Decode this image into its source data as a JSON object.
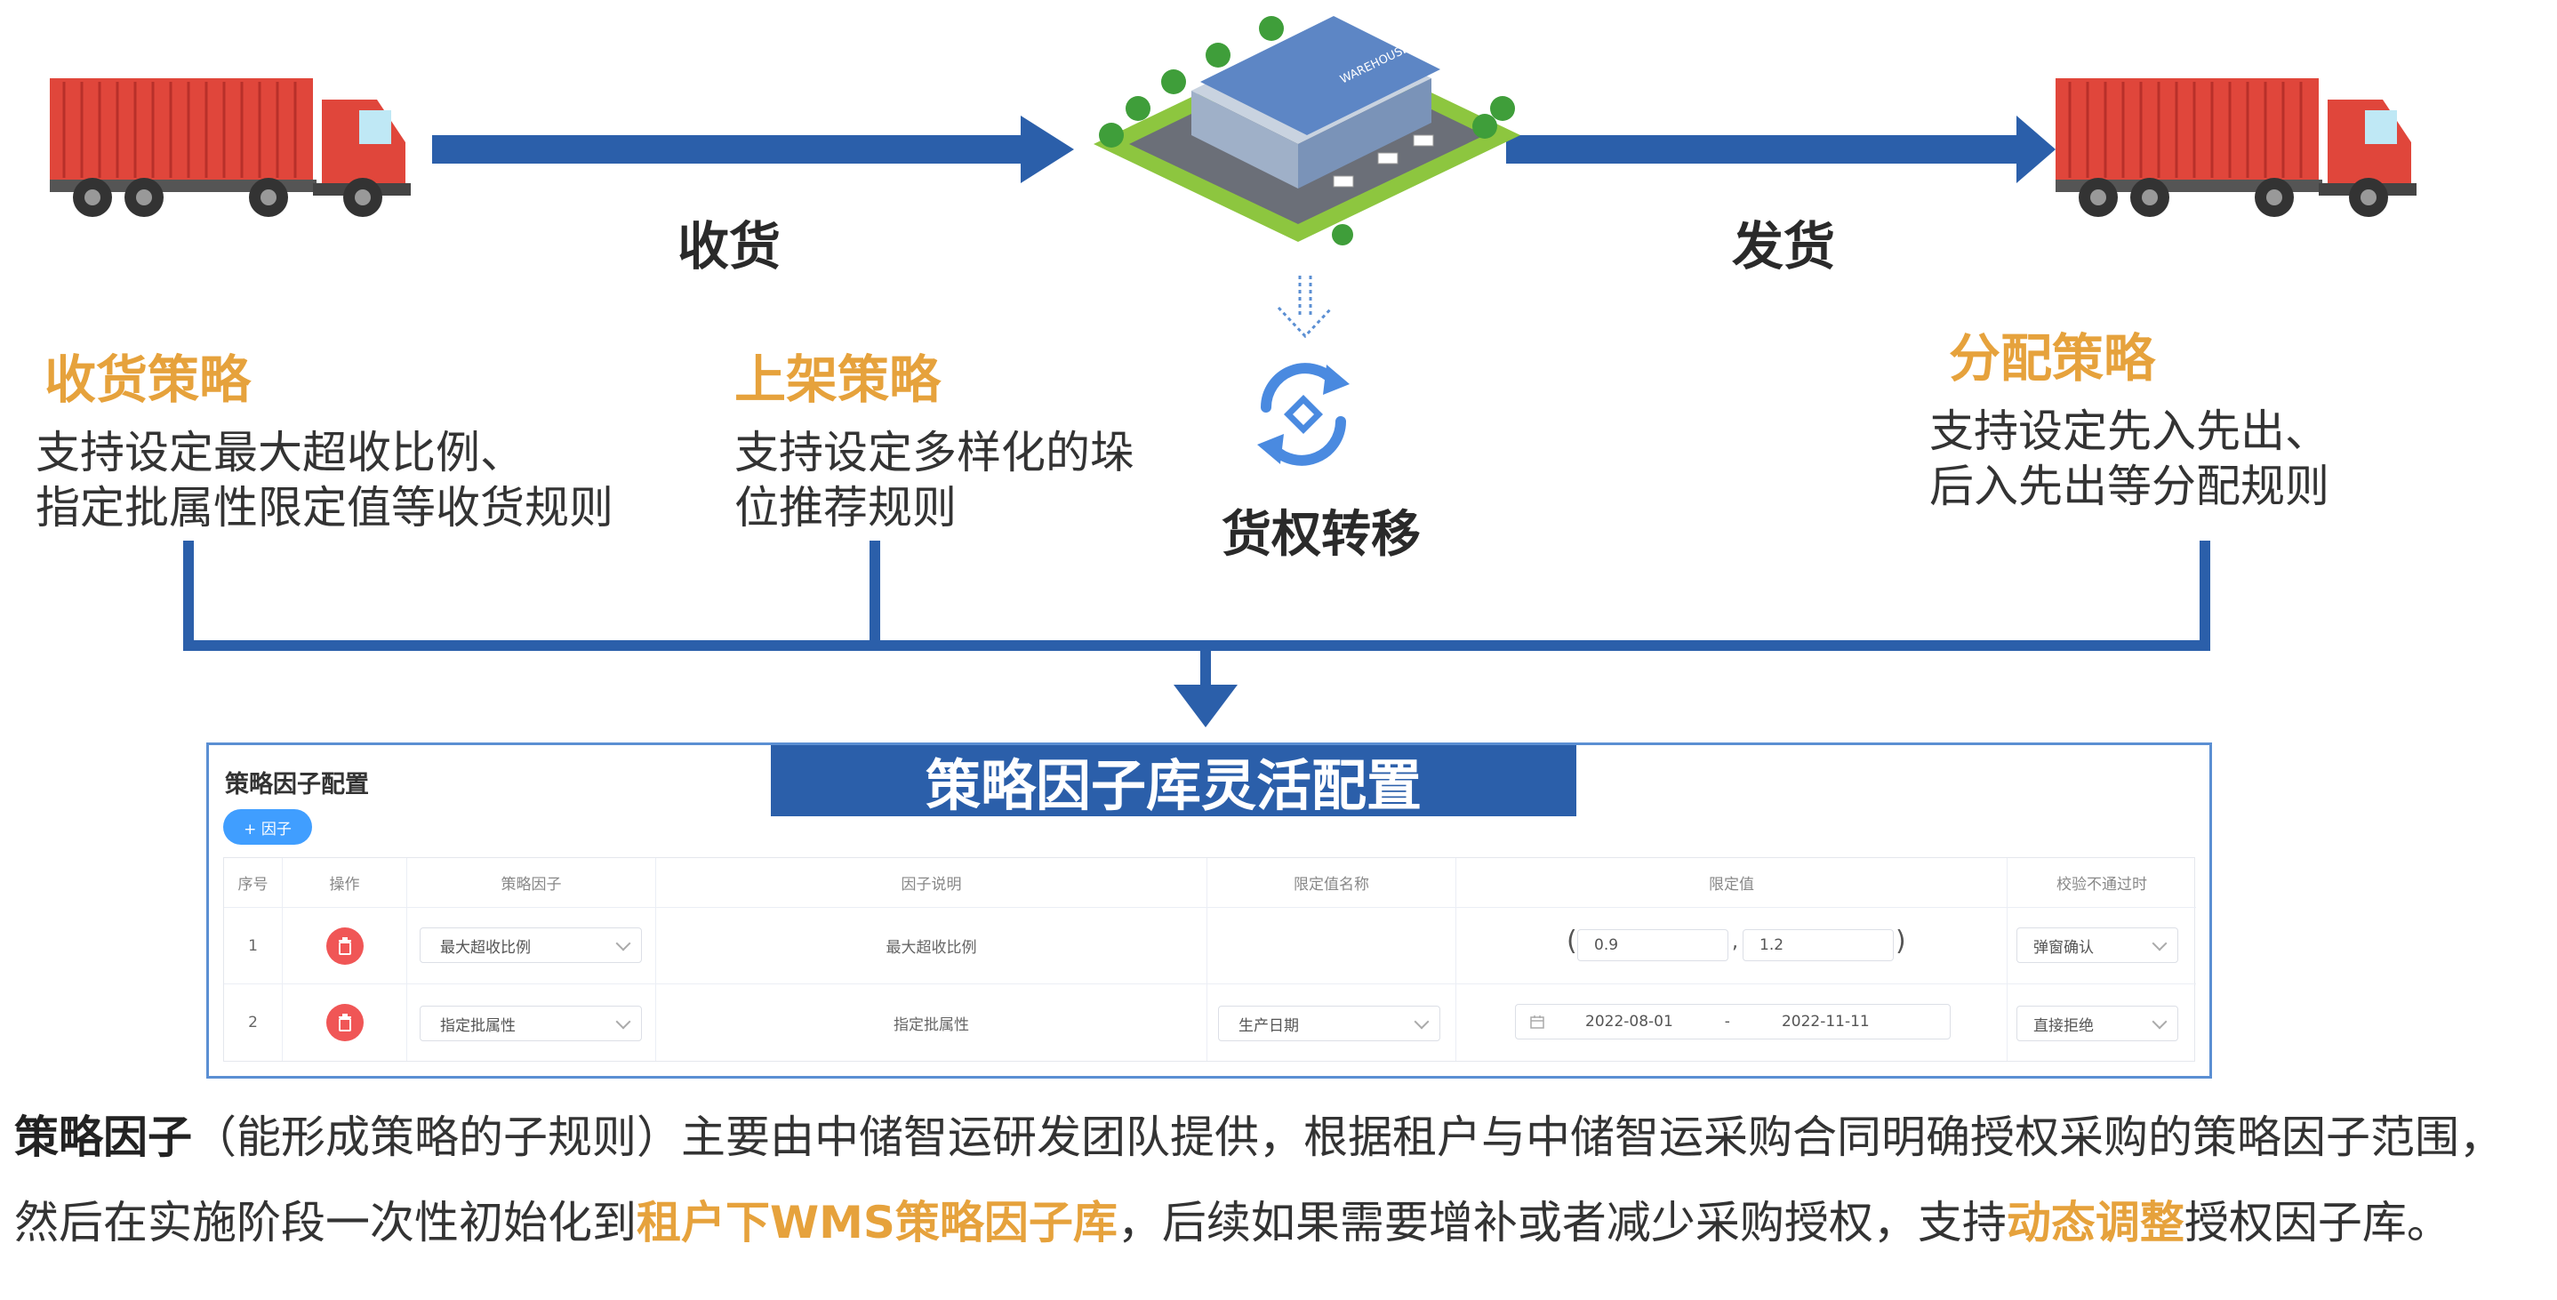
{
  "flow": {
    "receive_label": "收货",
    "ship_label": "发货",
    "transfer_label": "货权转移",
    "warehouse_sign": "WAREHOUSE"
  },
  "strategies": [
    {
      "title": "收货策略",
      "lines": [
        "支持设定最大超收比例、",
        "指定批属性限定值等收货规则"
      ]
    },
    {
      "title": "上架策略",
      "lines": [
        "支持设定多样化的垛",
        "位推荐规则"
      ]
    },
    {
      "title": "分配策略",
      "lines": [
        "支持设定先入先出、",
        "后入先出等分配规则"
      ]
    }
  ],
  "banner": "策略因子库灵活配置",
  "panel": {
    "title": "策略因子配置",
    "add_button": "+ 因子",
    "columns": [
      "序号",
      "操作",
      "策略因子",
      "因子说明",
      "限定值名称",
      "限定值",
      "校验不通过时"
    ],
    "rows": [
      {
        "index": "1",
        "factor": "最大超收比例",
        "description": "最大超收比例",
        "limit_name": "",
        "open_bracket": "(",
        "min": "0.9",
        "comma": ",",
        "max": "1.2",
        "close_bracket": ")",
        "on_fail": "弹窗确认"
      },
      {
        "index": "2",
        "factor": "指定批属性",
        "description": "指定批属性",
        "limit_name": "生产日期",
        "date_from": "2022-08-01",
        "date_sep": "-",
        "date_to": "2022-11-11",
        "on_fail": "直接拒绝"
      }
    ]
  },
  "footer": {
    "line1_bold": "策略因子",
    "line1_rest": "（能形成策略的子规则）主要由中储智运研发团队提供，根据租户与中储智运采购合同明确授权采购的策略因子范围，",
    "line2_a": "然后在实施阶段一次性初始化到",
    "line2_hl1": "租户下WMS策略因子库",
    "line2_b": "，后续如果需要增补或者减少采购授权，支持",
    "line2_hl2": "动态调整",
    "line2_c": "授权因子库。"
  },
  "colors": {
    "flow_blue": "#2b5faa",
    "accent_orange": "#e6a23c",
    "truck_red": "#e0463b",
    "button_blue": "#409eff",
    "delete_red": "#f05656"
  }
}
